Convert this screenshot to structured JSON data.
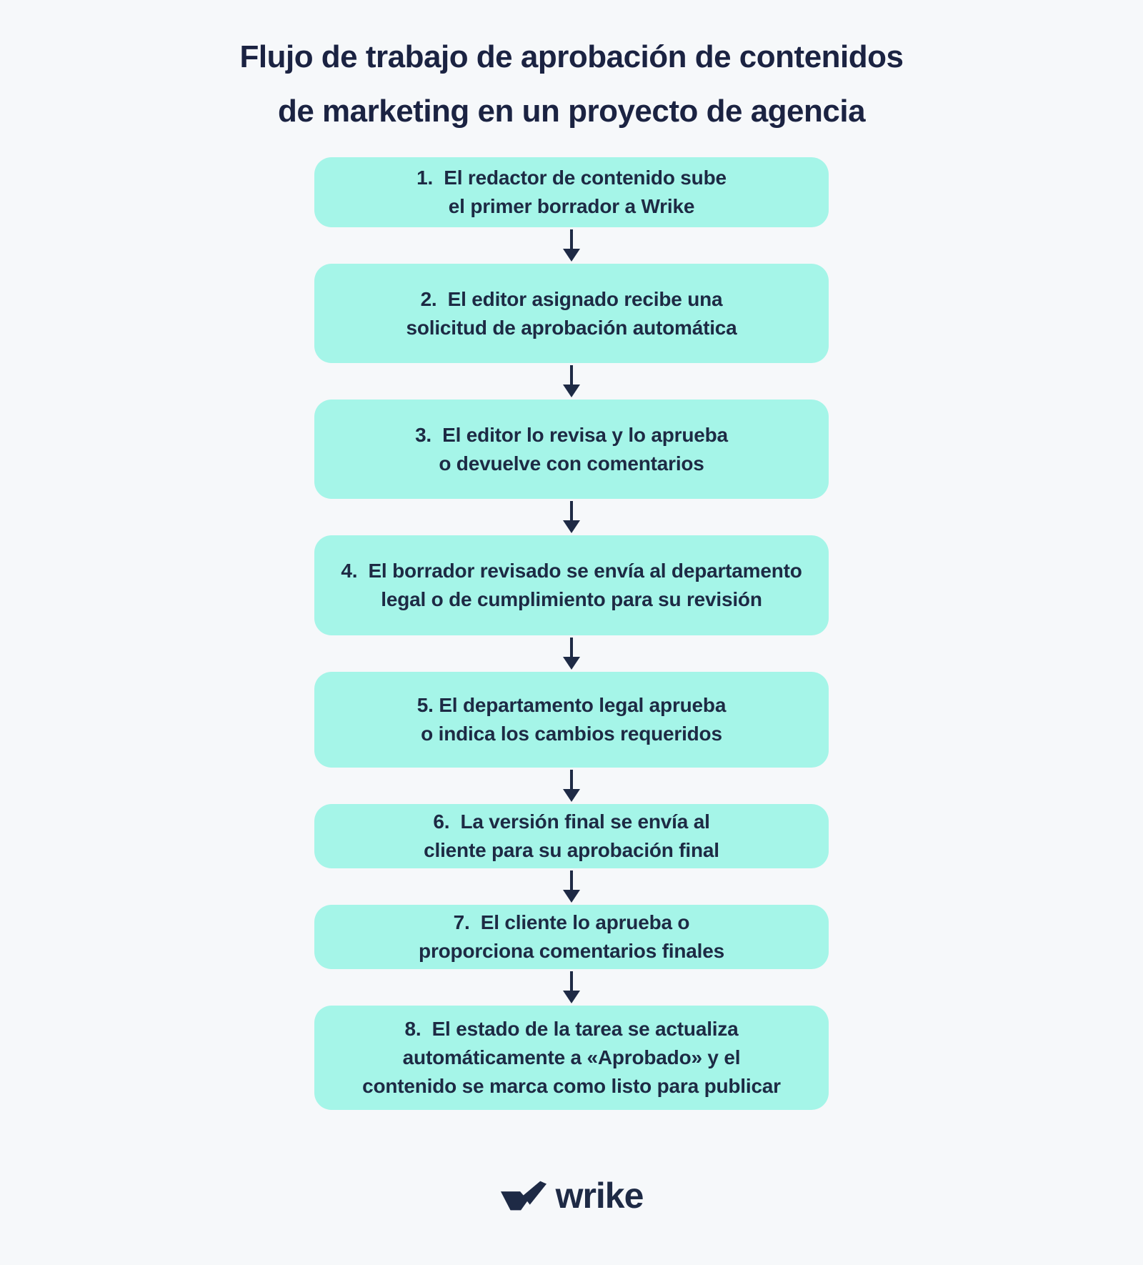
{
  "title": {
    "line1": "Flujo de trabajo de aprobación de contenidos",
    "line2": "de marketing en un proyecto de agencia"
  },
  "steps": [
    {
      "lines": [
        "1.  El redactor de contenido sube",
        "el primer borrador a Wrike"
      ]
    },
    {
      "lines": [
        "2.  El editor asignado recibe una",
        "solicitud de aprobación automática"
      ]
    },
    {
      "lines": [
        "3.  El editor lo revisa y lo aprueba",
        "o devuelve con comentarios"
      ]
    },
    {
      "lines": [
        "4.  El borrador revisado se envía al departamento",
        "legal o de cumplimiento para su revisión"
      ]
    },
    {
      "lines": [
        "5. El departamento legal aprueba",
        "o indica los cambios requeridos"
      ]
    },
    {
      "lines": [
        "6.  La versión final se envía al",
        "cliente para su aprobación final"
      ]
    },
    {
      "lines": [
        "7.  El cliente lo aprueba o",
        "proporciona comentarios finales"
      ]
    },
    {
      "lines": [
        "8.  El estado de la tarea se actualiza",
        "automáticamente a «Aprobado» y el",
        "contenido se marca como listo para publicar"
      ]
    }
  ],
  "footer": {
    "logo_text": "wrike"
  },
  "colors": {
    "background": "#f6f8fa",
    "box_fill": "#a5f5e8",
    "text_navy": "#1b2342",
    "arrow_navy": "#1e2a45"
  }
}
